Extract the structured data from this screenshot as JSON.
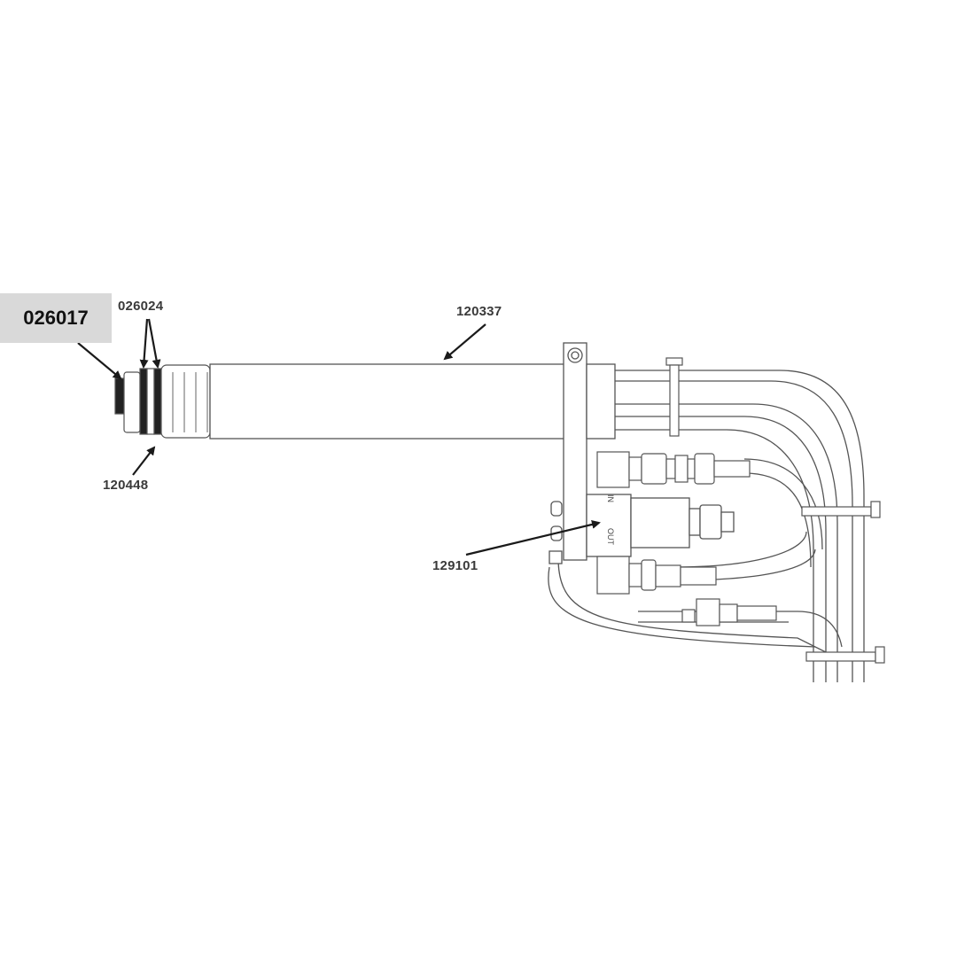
{
  "highlighted_part": "026017",
  "callouts": {
    "seal": "026024",
    "torch_body": "120337",
    "sleeve": "120448",
    "valve": "129101"
  },
  "ports": {
    "inlet": "IN",
    "outlet": "OUT"
  },
  "colors": {
    "line": "#555555",
    "arrow": "#1a1a1a",
    "highlight_fill": "#d9d9d9"
  }
}
